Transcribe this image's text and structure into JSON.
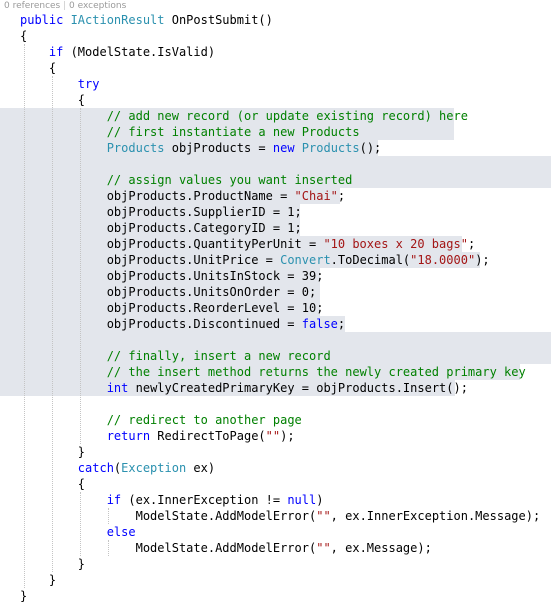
{
  "codelens": {
    "references": "0 references",
    "exceptions": "0 exceptions",
    "separator": "|"
  },
  "lines": [
    [
      [
        "kw",
        "public "
      ],
      [
        "ty",
        "IActionResult"
      ],
      [
        "pl",
        " OnPostSubmit()"
      ]
    ],
    [
      [
        "pl",
        "{"
      ]
    ],
    [
      [
        "pl",
        "    "
      ],
      [
        "kw",
        "if"
      ],
      [
        "pl",
        " (ModelState.IsValid)"
      ]
    ],
    [
      [
        "pl",
        "    {"
      ]
    ],
    [
      [
        "pl",
        "        "
      ],
      [
        "kw",
        "try"
      ]
    ],
    [
      [
        "pl",
        "        {"
      ]
    ],
    [
      [
        "pl",
        "            "
      ],
      [
        "cm",
        "// add new record (or update existing record) here"
      ]
    ],
    [
      [
        "pl",
        "            "
      ],
      [
        "cm",
        "// first instantiate a new Products"
      ]
    ],
    [
      [
        "pl",
        "            "
      ],
      [
        "ty",
        "Products"
      ],
      [
        "pl",
        " objProducts = "
      ],
      [
        "kw",
        "new"
      ],
      [
        "pl",
        " "
      ],
      [
        "ty",
        "Products"
      ],
      [
        "pl",
        "();"
      ]
    ],
    [
      [
        "pl",
        ""
      ]
    ],
    [
      [
        "pl",
        "            "
      ],
      [
        "cm",
        "// assign values you want inserted"
      ]
    ],
    [
      [
        "pl",
        "            objProducts.ProductName = "
      ],
      [
        "str",
        "\"Chai\""
      ],
      [
        "pl",
        ";"
      ]
    ],
    [
      [
        "pl",
        "            objProducts.SupplierID = 1;"
      ]
    ],
    [
      [
        "pl",
        "            objProducts.CategoryID = 1;"
      ]
    ],
    [
      [
        "pl",
        "            objProducts.QuantityPerUnit = "
      ],
      [
        "str",
        "\"10 boxes x 20 bags\""
      ],
      [
        "pl",
        ";"
      ]
    ],
    [
      [
        "pl",
        "            objProducts.UnitPrice = "
      ],
      [
        "ty",
        "Convert"
      ],
      [
        "pl",
        ".ToDecimal("
      ],
      [
        "str",
        "\"18.0000\""
      ],
      [
        "pl",
        ");"
      ]
    ],
    [
      [
        "pl",
        "            objProducts.UnitsInStock = 39;"
      ]
    ],
    [
      [
        "pl",
        "            objProducts.UnitsOnOrder = 0;"
      ]
    ],
    [
      [
        "pl",
        "            objProducts.ReorderLevel = 10;"
      ]
    ],
    [
      [
        "pl",
        "            objProducts.Discontinued = "
      ],
      [
        "kw",
        "false"
      ],
      [
        "pl",
        ";"
      ]
    ],
    [
      [
        "pl",
        ""
      ]
    ],
    [
      [
        "pl",
        "            "
      ],
      [
        "cm",
        "// finally, insert a new record"
      ]
    ],
    [
      [
        "pl",
        "            "
      ],
      [
        "cm",
        "// the insert method returns the newly created primary key"
      ]
    ],
    [
      [
        "pl",
        "            "
      ],
      [
        "kw",
        "int"
      ],
      [
        "pl",
        " newlyCreatedPrimaryKey = objProducts.Insert();"
      ]
    ],
    [
      [
        "pl",
        ""
      ]
    ],
    [
      [
        "pl",
        "            "
      ],
      [
        "cm",
        "// redirect to another page"
      ]
    ],
    [
      [
        "pl",
        "            "
      ],
      [
        "kw",
        "return"
      ],
      [
        "pl",
        " RedirectToPage("
      ],
      [
        "str",
        "\"\""
      ],
      [
        "pl",
        ");"
      ]
    ],
    [
      [
        "pl",
        "        }"
      ]
    ],
    [
      [
        "pl",
        "        "
      ],
      [
        "kw",
        "catch"
      ],
      [
        "pl",
        "("
      ],
      [
        "ty",
        "Exception"
      ],
      [
        "pl",
        " ex)"
      ]
    ],
    [
      [
        "pl",
        "        {"
      ]
    ],
    [
      [
        "pl",
        "            "
      ],
      [
        "kw",
        "if"
      ],
      [
        "pl",
        " (ex.InnerException != "
      ],
      [
        "kw",
        "null"
      ],
      [
        "pl",
        ")"
      ]
    ],
    [
      [
        "pl",
        "                ModelState.AddModelError("
      ],
      [
        "str",
        "\"\""
      ],
      [
        "pl",
        ", ex.InnerException.Message);"
      ]
    ],
    [
      [
        "pl",
        "            "
      ],
      [
        "kw",
        "else"
      ]
    ],
    [
      [
        "pl",
        "                ModelState.AddModelError("
      ],
      [
        "str",
        "\"\""
      ],
      [
        "pl",
        ", ex.Message);"
      ]
    ],
    [
      [
        "pl",
        "        }"
      ]
    ],
    [
      [
        "pl",
        "    }"
      ]
    ],
    [
      [
        "pl",
        "}"
      ]
    ]
  ]
}
